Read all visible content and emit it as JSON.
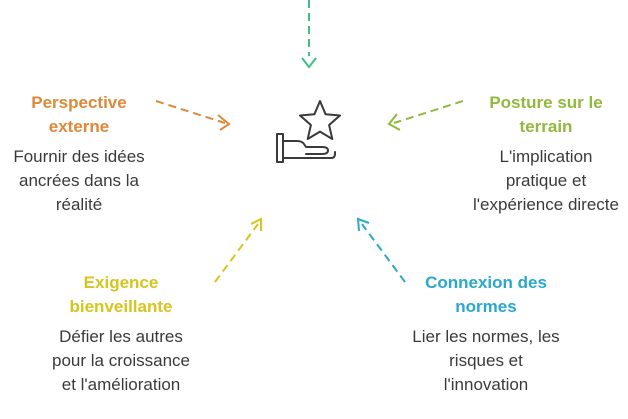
{
  "nodes": [
    {
      "key": "perspective",
      "title": "Perspective externe",
      "desc": "Fournir des idées ancrées dans la réalité",
      "color": "#e0883a"
    },
    {
      "key": "posture",
      "title": "Posture sur le terrain",
      "desc": "L'implication pratique et l'expérience directe",
      "color": "#92b83c"
    },
    {
      "key": "exigence",
      "title": "Exigence bienveillante",
      "desc": "Défier les autres pour la croissance et l'amélioration",
      "color": "#d8c41e"
    },
    {
      "key": "connexion",
      "title": "Connexion des normes",
      "desc": "Lier les normes, les risques et l'innovation",
      "color": "#2aa8cc"
    }
  ],
  "top_arrow_color": "#3fbf85",
  "center_icon": "hand-star-icon",
  "icon_color": "#3a3a3a"
}
